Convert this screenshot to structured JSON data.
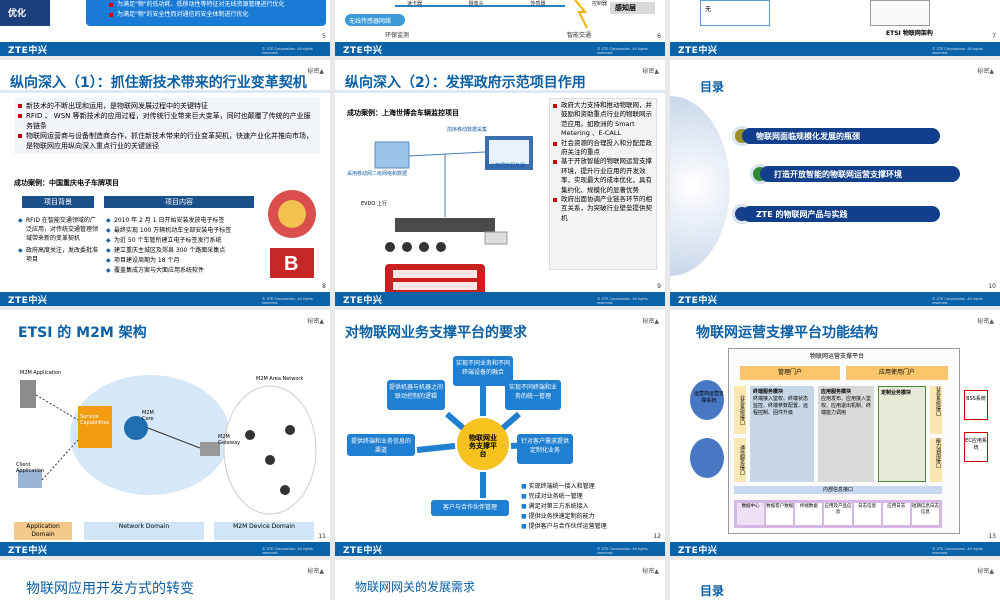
{
  "brand": {
    "logo": "ZTE中兴",
    "copyright": "© ZTE Corporation. All rights reserved."
  },
  "secret_label": "秘密▲",
  "slides": {
    "s5": {
      "number": "5",
      "left_label": "优化",
      "bullets": [
        "为满足\"物\"的低功耗、低移动性等特征对无线资源管理进行优化",
        "为满足\"物\"的安全性而对通信的安全体制进行优化"
      ]
    },
    "s6": {
      "number": "6",
      "wireless": "无线传感器网络",
      "labels": [
        "环保监测",
        "智能交通",
        "感知层"
      ],
      "top_labels": [
        "读卡器",
        "摄像头",
        "传感器",
        "控制器"
      ]
    },
    "s7": {
      "number": "7",
      "caption": "ETSI 物联网架构",
      "box": "无"
    },
    "s8": {
      "number": "8",
      "title": "纵向深入（1）：抓住新技术带来的行业变革契机",
      "bullets": [
        "新技术的不断出现和运用，是物联网发展过程中的关键特征",
        "RFID 、 WSN 等新技术的应用过程，对传统行业带来巨大变革，同时也颠覆了传统的产业服务链条",
        "物联网运营商与设备制造商合作，抓住新技术带来的行业变革契机，快速产业化并推向市场，是物联网应用纵向深入重点行业的关键途径"
      ],
      "case": "成功案例：中国重庆电子车牌项目",
      "col1_head": "项目背景",
      "col2_head": "项目内容",
      "col1": [
        "RFID 在智能交通领域的广泛应用，对传统交通管理领域带来新的变革契机",
        "政府高度关注，发改委批准项目"
      ],
      "col2": [
        "2010 年 2 月 1 日开始安装发放电子标签",
        "最终实现 100 万辆机动车全部安装电子标签",
        "为近 50 个车管所建立电子标签发行系统",
        "建立重庆主城区及郊县 300 个路面采集点",
        "项目建设周期为 18 个月",
        "覆盖集成方案与大面应用系统软件"
      ]
    },
    "s9": {
      "number": "9",
      "title": "纵向深入（2）：发挥政府示范项目作用",
      "case": "成功案例：上海世博会车辆监控项目",
      "diagram": [
        "前序移动数据采集",
        "后台数据库服务器",
        "采用移动网二级网络和数据",
        "EVDO 上行"
      ],
      "bullets": [
        "政府大力支持和推动物联网，并鼓励和资助重点行业的物联网示范应用。如欧洲的 Smart Metering 、E-CALL",
        "社会资源的合理投入和分配是政府关注的重点",
        "基于开放智能的物联网运营支撑环境，提升行业应用的开发效率，实现最大的成本优化，具有集约化、规模化的显著优势",
        "政府出面协调产业链各环节的相互关系，为突破行业壁垒提供契机"
      ]
    },
    "s10": {
      "number": "10",
      "title": "目录",
      "items": [
        "物联网面临规模化发展的瓶颈",
        "打造开放智能的物联网运营支撑环境",
        "ZTE 的物联网产品与实践"
      ]
    },
    "s11": {
      "number": "11",
      "title": "ETSI 的 M2M 架构",
      "labels": {
        "mapp": "M2M Application",
        "client": "Client Application",
        "service": "Service Capabilities",
        "core": "M2M Core",
        "gateway": "M2M Gateway",
        "area": "M2M Area Network"
      },
      "domains": [
        "Application Domain",
        "Network Domain",
        "M2M Device Domain"
      ]
    },
    "s12": {
      "number": "12",
      "title": "对物联网业务支撑平台的要求",
      "boxes": [
        "实现不同业务和不同终端设备的融合",
        "提供机器与机器之间联动控制的逻辑",
        "实现不同终端和业务的统一管理",
        "提供终端和业务信息的渠道",
        "针对客户需求提供定制化业务",
        "客户与合作伙伴管理"
      ],
      "center": "物联网业务支撑平台",
      "bullets": [
        "实现终端统一接入和管理",
        "完成对业务统一管理",
        "满足对第三方系统接入",
        "提供业务快速定制的能力",
        "提供客户与合作伙伴运营管理"
      ]
    },
    "s13": {
      "number": "13",
      "title": "物联网运营支撑平台功能结构",
      "platform": "物联网运营支撑平台",
      "left_cloud": "运营商运营支撑系统",
      "portal1": "管理门户",
      "portal2": "应用使用门户",
      "mod1": "终端服务模块",
      "mod1_items": "终端接入鉴权、终端状态监控、终端参数配置、远程控制、固件升级",
      "mod2": "应用服务模块",
      "mod2_items": "应用发布、应用接入鉴权、应用退出机制、终端能力调用",
      "mod3": "定制业务模块",
      "left_col": [
        "业务系统接口",
        "通信服务接口"
      ],
      "right_col": [
        "业务系统接口",
        "能力调用接口"
      ],
      "far_right": [
        "BSS系统",
        "EC应用系统"
      ],
      "bus": "内部信息接口",
      "bottom": [
        "数据中心",
        "数据客户数据",
        "终端数据",
        "应用及产品信息",
        "日志信息",
        "应用日志",
        "短期信息日志信息"
      ]
    },
    "s14": {
      "title": "物联网应用开发方式的转变"
    },
    "s15": {
      "title": "物联网网关的发展需求"
    },
    "s16": {
      "title": "目录"
    }
  },
  "colors": {
    "accent": "#0b5fa5",
    "footer": "#0a62a8",
    "dark_bar": "#1a3f7a"
  }
}
